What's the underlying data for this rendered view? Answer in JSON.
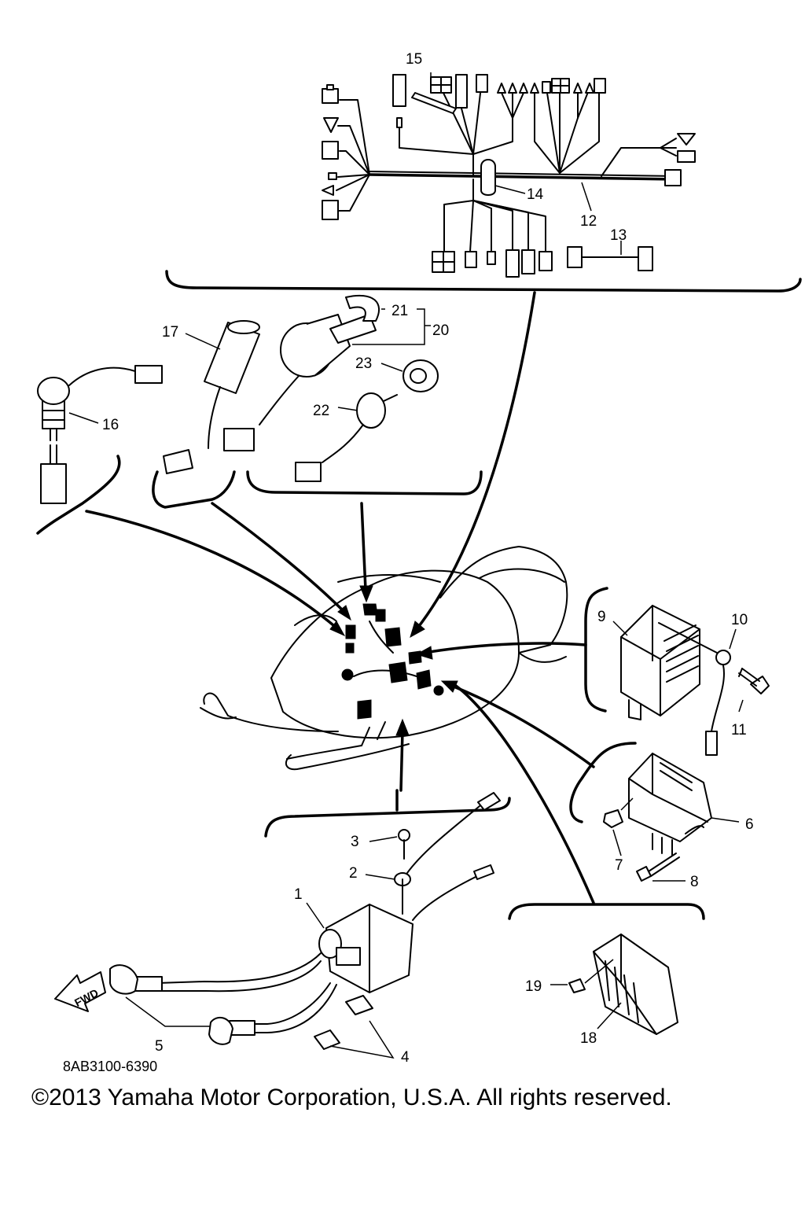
{
  "callouts": [
    {
      "id": "1",
      "label": "1"
    },
    {
      "id": "2",
      "label": "2"
    },
    {
      "id": "3",
      "label": "3"
    },
    {
      "id": "4",
      "label": "4"
    },
    {
      "id": "5",
      "label": "5"
    },
    {
      "id": "6",
      "label": "6"
    },
    {
      "id": "7",
      "label": "7"
    },
    {
      "id": "8",
      "label": "8"
    },
    {
      "id": "9",
      "label": "9"
    },
    {
      "id": "10",
      "label": "10"
    },
    {
      "id": "11",
      "label": "11"
    },
    {
      "id": "12",
      "label": "12"
    },
    {
      "id": "13",
      "label": "13"
    },
    {
      "id": "14",
      "label": "14"
    },
    {
      "id": "15",
      "label": "15"
    },
    {
      "id": "16",
      "label": "16"
    },
    {
      "id": "17",
      "label": "17"
    },
    {
      "id": "18",
      "label": "18"
    },
    {
      "id": "19",
      "label": "19"
    },
    {
      "id": "20",
      "label": "20"
    },
    {
      "id": "21",
      "label": "21"
    },
    {
      "id": "22",
      "label": "22"
    },
    {
      "id": "23",
      "label": "23"
    }
  ],
  "fwd_label": "FWD",
  "diagram_code": "8AB3100-6390",
  "copyright": "©2013 Yamaha Motor Corporation, U.S.A. All rights reserved."
}
